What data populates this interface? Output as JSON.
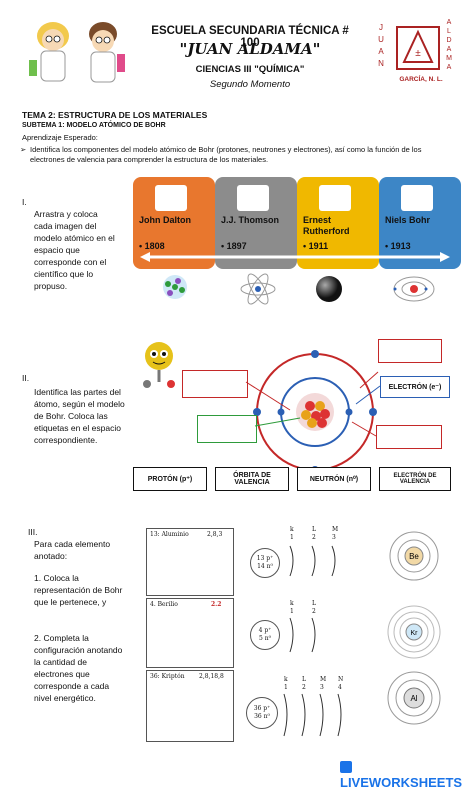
{
  "header": {
    "school": "ESCUELA SECUNDARIA TÉCNICA # 100",
    "name": "\"JUAN ALDAMA\"",
    "subject": "CIENCIAS III \"QUÍMICA\"",
    "period": "Segundo Momento",
    "logo_letters_left": [
      "J",
      "U",
      "A",
      "N"
    ],
    "logo_letters_right": [
      "A",
      "L",
      "D",
      "A",
      "M",
      "A"
    ],
    "logo_place": "GARCÍA, N. L."
  },
  "tema": "TEMA 2: ESTRUCTURA DE LOS MATERIALES",
  "subtema": "SUBTEMA 1: MODELO ATÓMICO DE BOHR",
  "aprendizaje_label": "Aprendizaje Esperado:",
  "aprendizaje_text": "Identifica los componentes del modelo atómico de Bohr (protones, neutrones y electrones), así como la función de los electrones de valencia para comprender la estructura de los materiales.",
  "section1": {
    "numeral": "I.",
    "instruction": "Arrastra y coloca cada imagen del modelo atómico en el espacio que corresponde con el científico que lo propuso.",
    "scientists": [
      {
        "name": "John Dalton",
        "year": "• 1808",
        "color": "#e8772e"
      },
      {
        "name": "J.J. Thomson",
        "year": "• 1897",
        "color": "#8c8c8c"
      },
      {
        "name": "Ernest Rutherford",
        "year": "• 1911",
        "color": "#f0b800"
      },
      {
        "name": "Niels Bohr",
        "year": "• 1913",
        "color": "#3d86c6"
      }
    ]
  },
  "section2": {
    "numeral": "II.",
    "instruction": "Identifica las partes del átomo, según el modelo de Bohr. Coloca las etiquetas en el espacio correspondiente.",
    "electron_label": "ELECTRÓN (e⁻)",
    "labels": [
      "PROTÓN (p⁺)",
      "ÓRBITA DE VALENCIA",
      "NEUTRÓN (n⁰)",
      "ELECTRÓN DE VALENCIA"
    ]
  },
  "section3": {
    "numeral": "III.",
    "intro": "Para cada elemento anotado:",
    "step1": "1. Coloca la representación de Bohr que le pertenece, y",
    "step2": "2. Completa la configuración anotando la cantidad de electrones que corresponde a cada nivel energético.",
    "panels": [
      {
        "element": "13: Aluminio",
        "config": "2,8,3",
        "nucleus_p": "13 p⁺",
        "nucleus_n": "14 n⁰"
      },
      {
        "element": "4. Berilio",
        "config": "2.2",
        "nucleus_p": "4 p⁺",
        "nucleus_n": "5 n⁰"
      },
      {
        "element": "36: Kriptón",
        "config": "2,8,18,8",
        "nucleus_p": "36 p⁺",
        "nucleus_n": "36 n⁰"
      }
    ],
    "level_letters_a": [
      "k",
      "L",
      "M"
    ],
    "level_numbers_a": [
      "1",
      "2",
      "3"
    ],
    "level_letters_b": [
      "k",
      "L"
    ],
    "level_numbers_b": [
      "1",
      "2"
    ],
    "level_letters_c": [
      "k",
      "L",
      "M",
      "N"
    ],
    "level_numbers_c": [
      "1",
      "2",
      "3",
      "4"
    ],
    "atom_symbols": [
      "Be",
      "Kr",
      "Al"
    ]
  },
  "footer": "LIVEWORKSHEETS"
}
